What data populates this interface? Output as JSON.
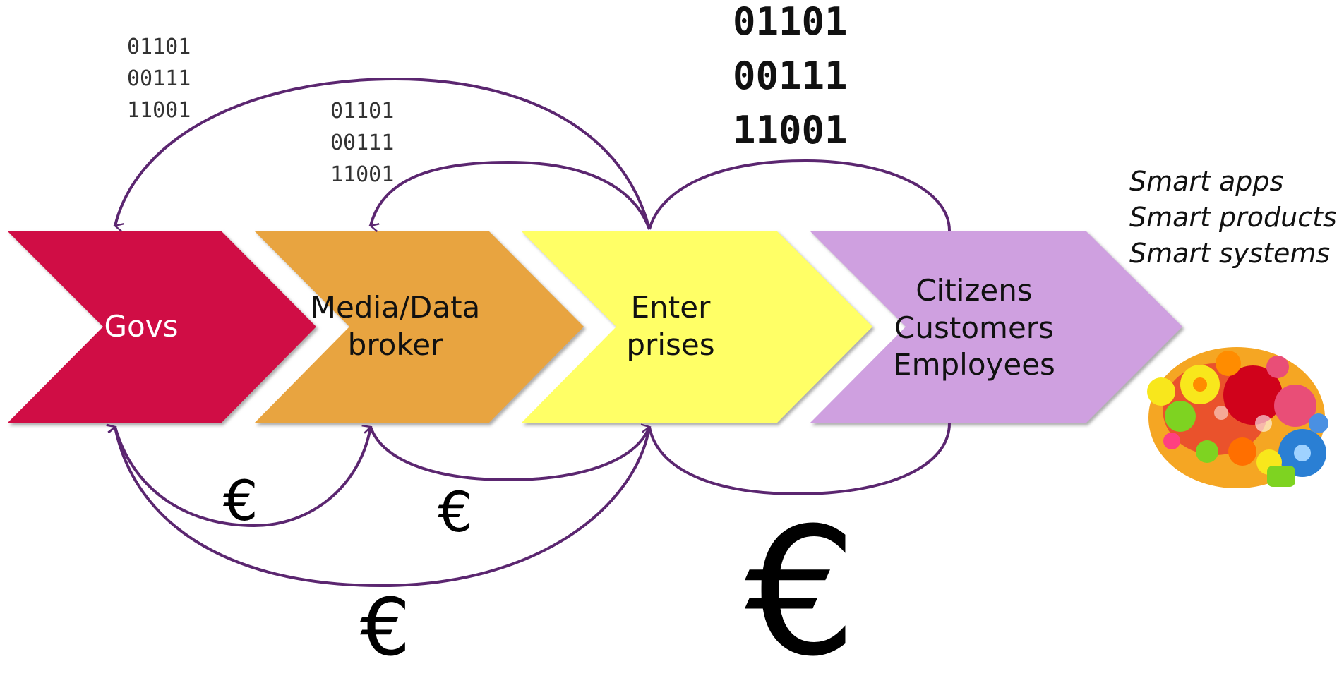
{
  "chevrons": [
    {
      "label": "Govs",
      "color": "#d00a45",
      "text_color": "#ffffff"
    },
    {
      "label": "Media/Data\nbroker",
      "color": "#e8a43f",
      "text_color": "#111111"
    },
    {
      "label": "Enter\nprises",
      "color": "#ffff66",
      "text_color": "#111111"
    },
    {
      "label": "Citizens\nCustomers\nEmployees",
      "color": "#cfa0e0",
      "text_color": "#111111"
    }
  ],
  "binary": {
    "govs": "01101\n00111\n11001",
    "media": "01101\n00111\n11001",
    "top": "01101\n00111\n11001"
  },
  "euro_symbol": "€",
  "smart_items": [
    "Smart apps",
    "Smart products",
    "Smart systems"
  ],
  "arrow_color": "#5b2670",
  "brain_icon": "colorful-gear-brain-icon"
}
